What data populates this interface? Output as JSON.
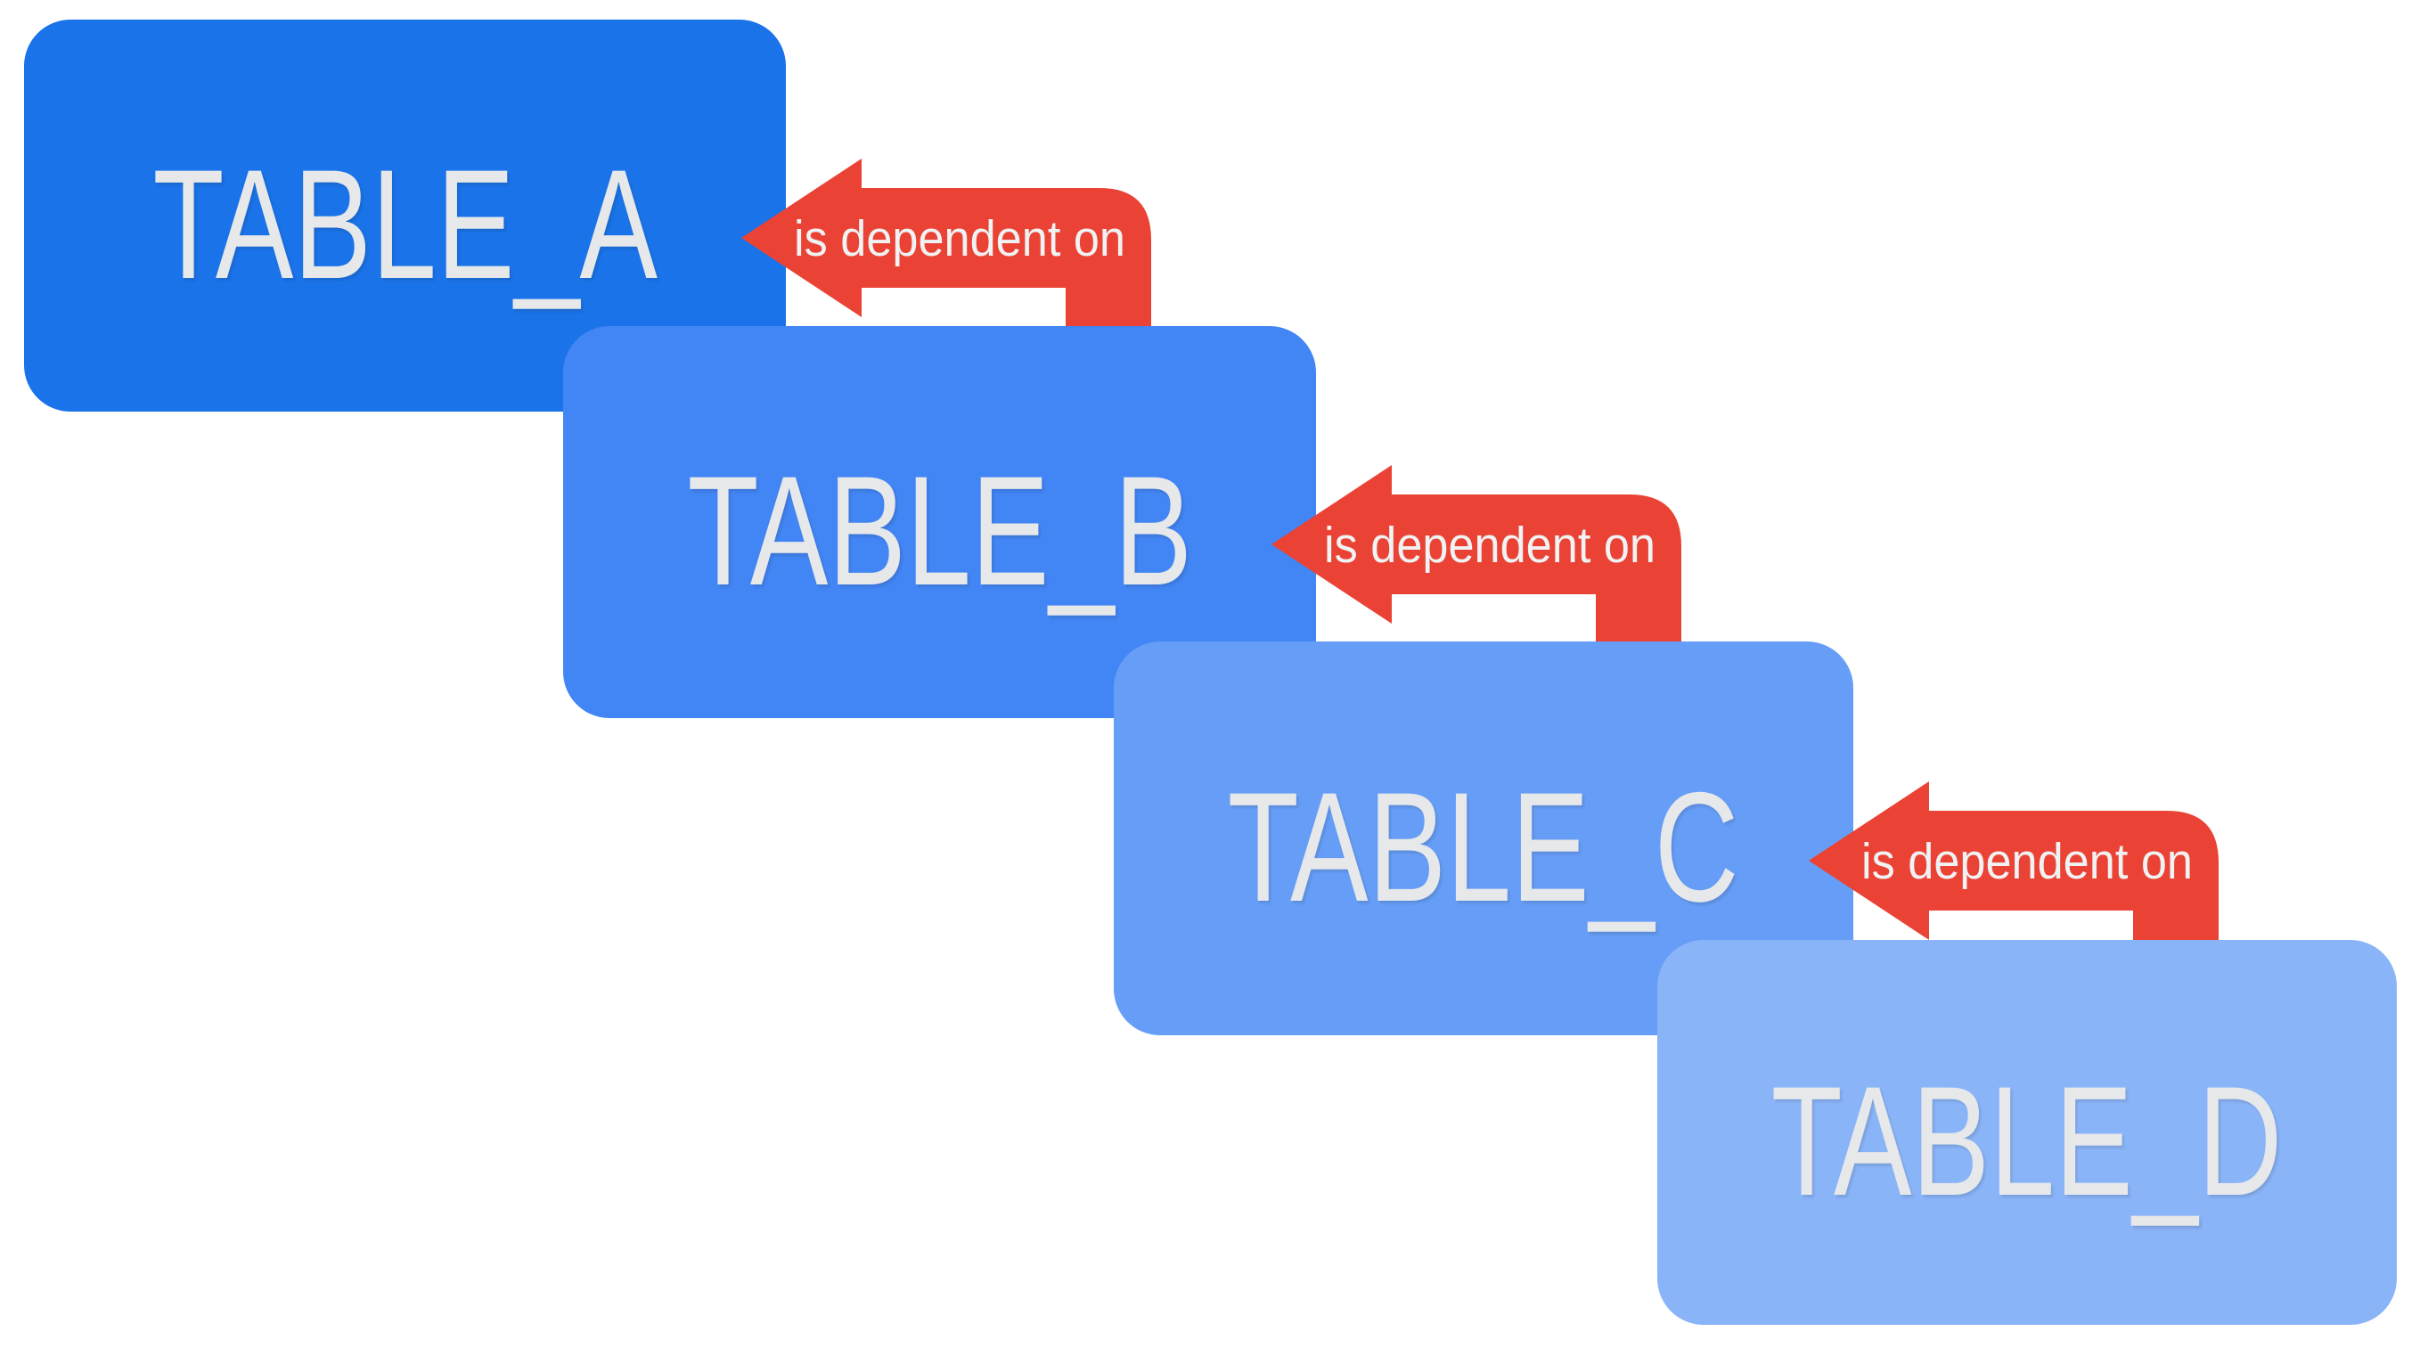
{
  "canvas": {
    "background": "#ffffff"
  },
  "palette": {
    "arrow_color": "#ea4335",
    "node_label_text": "#e6e8ea",
    "arrow_label_text": "#f0f2f3"
  },
  "nodes": [
    {
      "id": "table_a",
      "label": "TABLE_A",
      "color": "#1a73e8"
    },
    {
      "id": "table_b",
      "label": "TABLE_B",
      "color": "#4285f4"
    },
    {
      "id": "table_c",
      "label": "TABLE_C",
      "color": "#669df6"
    },
    {
      "id": "table_d",
      "label": "TABLE_D",
      "color": "#8ab4f8"
    }
  ],
  "edges": [
    {
      "id": "b_depends_on_a",
      "label": "is dependent on",
      "from": "TABLE_B",
      "to": "TABLE_A",
      "color": "#ea4335"
    },
    {
      "id": "c_depends_on_b",
      "label": "is dependent on",
      "from": "TABLE_C",
      "to": "TABLE_B",
      "color": "#ea4335"
    },
    {
      "id": "d_depends_on_c",
      "label": "is dependent on",
      "from": "TABLE_D",
      "to": "TABLE_C",
      "color": "#ea4335"
    }
  ]
}
